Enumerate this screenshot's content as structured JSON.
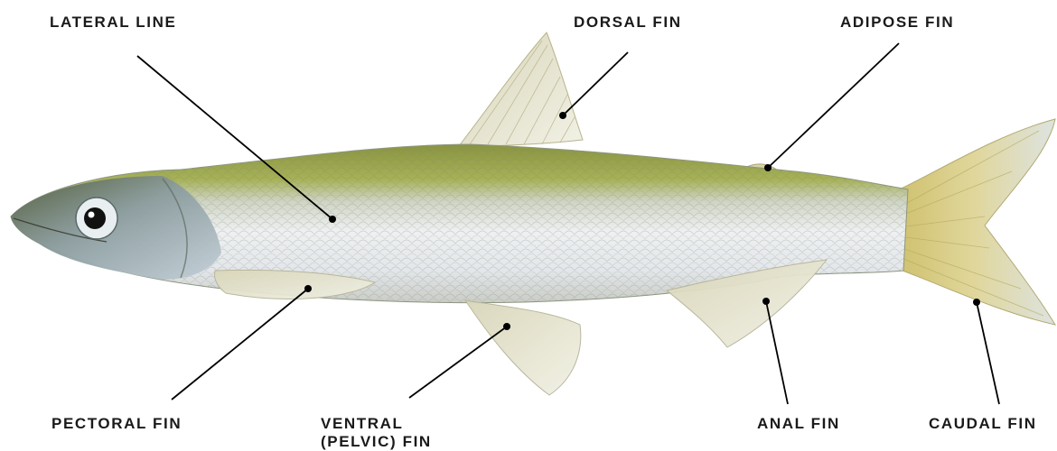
{
  "labels": {
    "lateral_line": "LATERAL LINE",
    "dorsal_fin": "DORSAL FIN",
    "adipose_fin": "ADIPOSE FIN",
    "pectoral_fin": "PECTORAL FIN",
    "ventral_fin_line1": "VENTRAL",
    "ventral_fin_line2": "(PELVIC) FIN",
    "anal_fin": "ANAL FIN",
    "caudal_fin": "CAUDAL FIN"
  },
  "colors": {
    "back": "#8f9a3e",
    "belly": "#e9ecef",
    "fin": "#e8e6cf",
    "tail": "#d8cf86",
    "leader": "#000000"
  }
}
